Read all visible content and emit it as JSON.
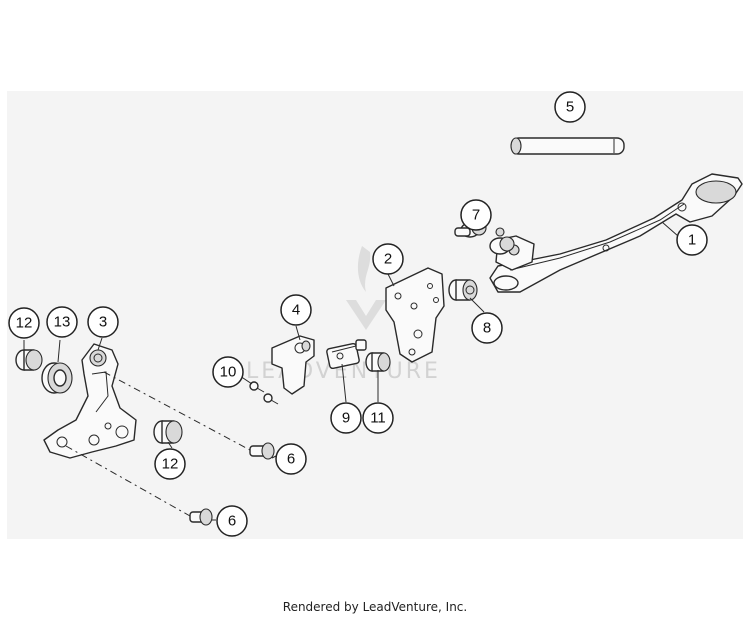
{
  "callouts": [
    {
      "id": "callout-1",
      "label": "1"
    },
    {
      "id": "callout-2",
      "label": "2"
    },
    {
      "id": "callout-3",
      "label": "3"
    },
    {
      "id": "callout-4",
      "label": "4"
    },
    {
      "id": "callout-5",
      "label": "5"
    },
    {
      "id": "callout-6a",
      "label": "6"
    },
    {
      "id": "callout-6b",
      "label": "6"
    },
    {
      "id": "callout-7",
      "label": "7"
    },
    {
      "id": "callout-8",
      "label": "8"
    },
    {
      "id": "callout-9",
      "label": "9"
    },
    {
      "id": "callout-10",
      "label": "10"
    },
    {
      "id": "callout-11",
      "label": "11"
    },
    {
      "id": "callout-12a",
      "label": "12"
    },
    {
      "id": "callout-12b",
      "label": "12"
    },
    {
      "id": "callout-13",
      "label": "13"
    }
  ],
  "watermark": "LEADVENTURE",
  "credit": "Rendered by LeadVenture, Inc."
}
